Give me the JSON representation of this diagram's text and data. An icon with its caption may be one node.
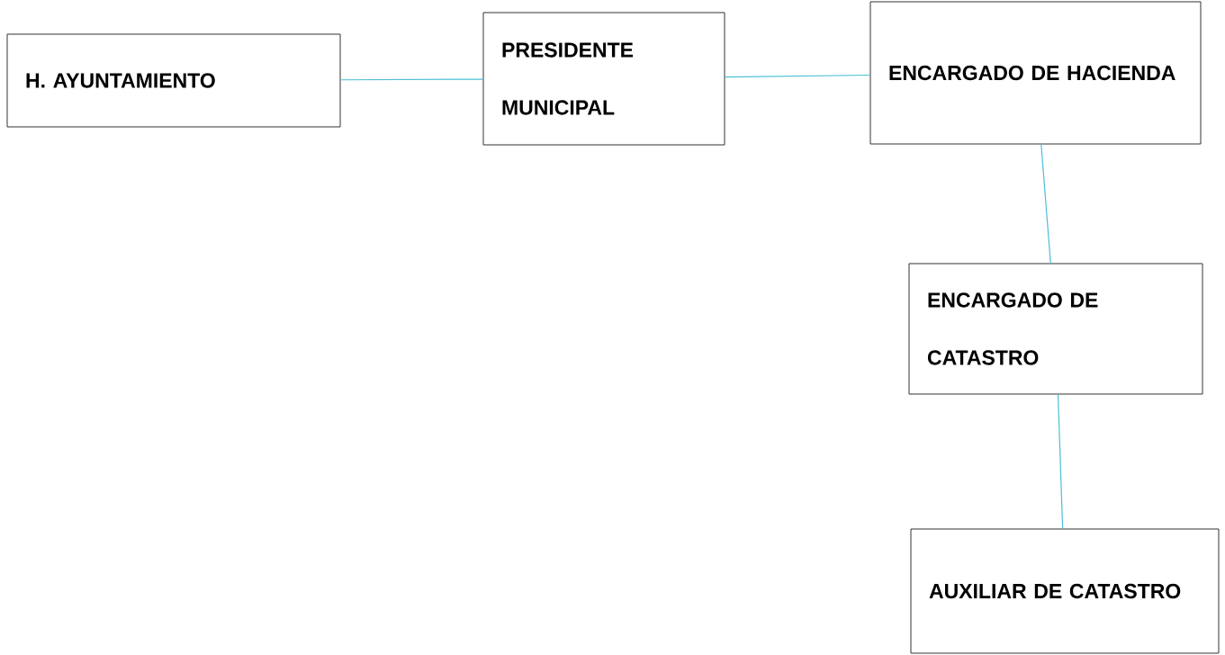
{
  "diagram": {
    "nodes": [
      {
        "text": [
          "H. AYUNTAMIENTO"
        ]
      },
      {
        "text": [
          "PRESIDENTE MUNICIPAL"
        ]
      },
      {
        "text": [
          "ENCARGADO DE HACIENDA"
        ]
      },
      {
        "text": [
          "ENCARGADO DE CATASTRO"
        ]
      },
      {
        "text": [
          "AUXILIAR DE CATASTRO"
        ]
      }
    ],
    "edges": [
      {
        "from": 0,
        "to": 1,
        "arrow": "none"
      },
      {
        "from": 1,
        "to": 2,
        "arrow": "none"
      },
      {
        "from": 2,
        "to": 3,
        "arrow": "none"
      },
      {
        "from": 3,
        "to": 4,
        "arrow": "none"
      }
    ]
  }
}
